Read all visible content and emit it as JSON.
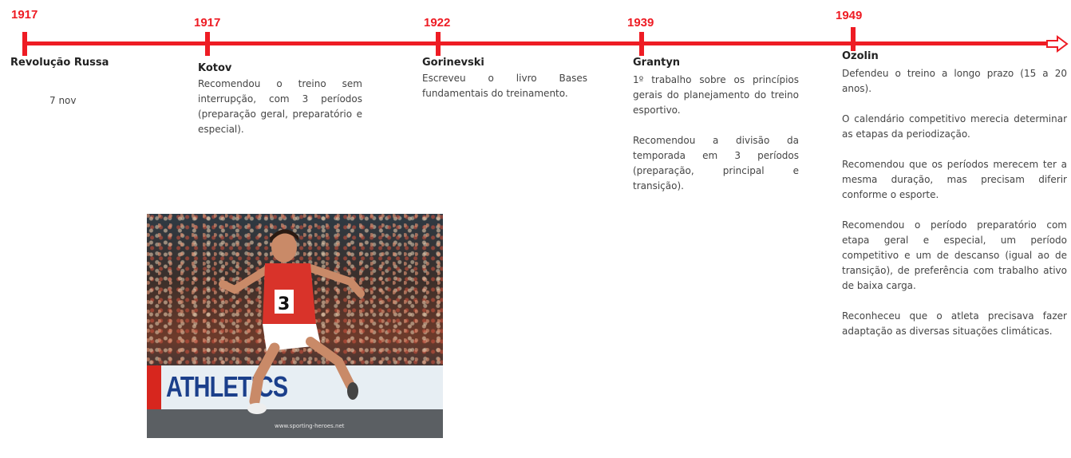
{
  "events": [
    {
      "year": "1917",
      "title": "Revolução Russa",
      "note": "7 nov"
    },
    {
      "year": "1917",
      "title": "Kotov",
      "paragraphs": [
        "Recomendou o treino sem interrupção, com 3 períodos (preparação geral, preparatório e especial)."
      ]
    },
    {
      "year": "1922",
      "title": "Gorinevski",
      "paragraphs": [
        "Escreveu o livro Bases fundamentais do treinamento."
      ]
    },
    {
      "year": "1939",
      "title": "Grantyn",
      "paragraphs": [
        "1º trabalho sobre os princípios gerais do planejamento do treino esportivo.",
        "Recomendou a divisão da temporada em 3 períodos (preparação, principal e transição)."
      ]
    },
    {
      "year": "1949",
      "title": "Ozolin",
      "paragraphs": [
        "Defendeu o treino a longo prazo (15 a 20 anos).",
        "O calendário competitivo merecia determinar as etapas da periodização.",
        "Recomendou que os períodos merecem ter a mesma duração, mas precisam diferir conforme o esporte.",
        "Recomendou o período preparatório com etapa geral e especial, um período competitivo e um de descanso (igual ao de transição), de preferência com trabalho ativo de baixa carga.",
        "Reconheceu que o atleta precisava fazer adaptação as diversas situações climáticas."
      ]
    }
  ],
  "photo": {
    "banner_text": "ATHLETICS",
    "bib_number": "3",
    "credit": "www.sporting-heroes.net"
  },
  "colors": {
    "timeline": "#ee1c24",
    "text": "#444444"
  },
  "icons": {
    "arrow": "arrow-right-outline-icon"
  }
}
